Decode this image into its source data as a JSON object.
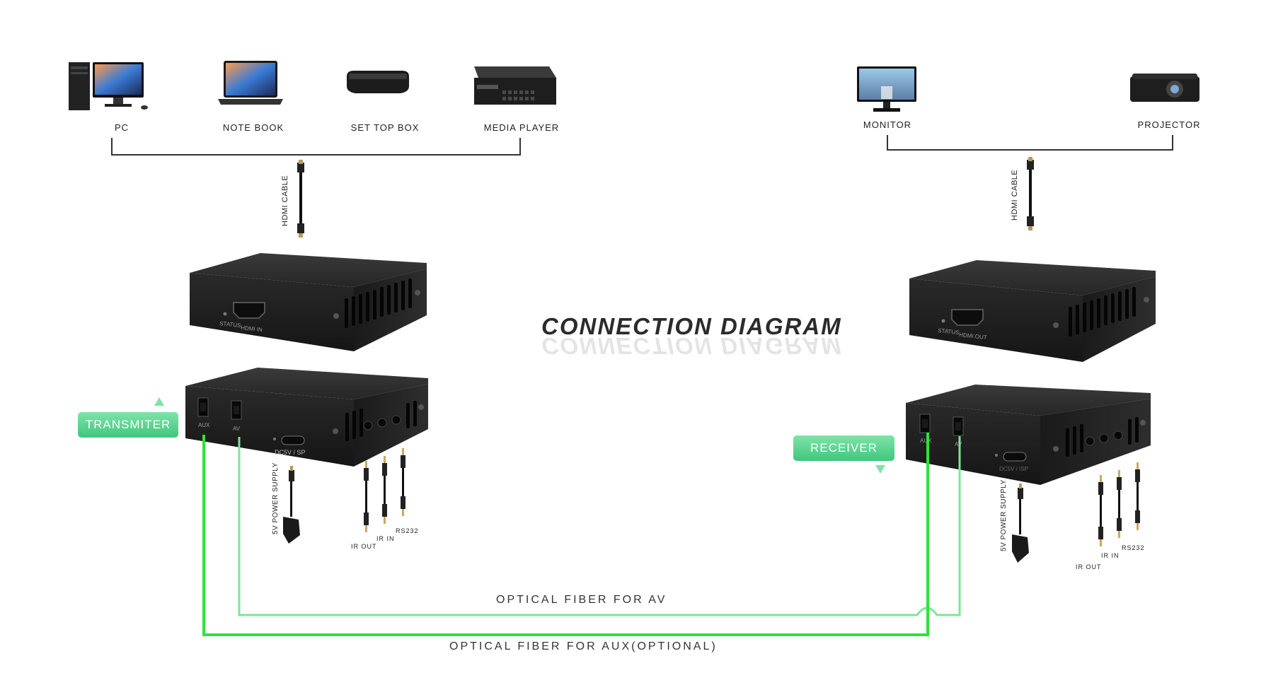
{
  "title": "CONNECTION DIAGRAM",
  "sources": [
    {
      "label": "PC",
      "icon": "pc-icon"
    },
    {
      "label": "NOTE BOOK",
      "icon": "notebook-icon"
    },
    {
      "label": "SET TOP BOX",
      "icon": "set-top-box-icon"
    },
    {
      "label": "MEDIA PLAYER",
      "icon": "media-player-icon"
    }
  ],
  "displays": [
    {
      "label": "MONITOR",
      "icon": "monitor-icon"
    },
    {
      "label": "PROJECTOR",
      "icon": "projector-icon"
    }
  ],
  "hdmi_cable_label": "HDMI CABLE",
  "transmitter": {
    "badge": "TRANSMITER",
    "front_ports": [
      "STATUS",
      "HDMI IN"
    ],
    "rear_ports": [
      "AUX",
      "AV",
      "DC5V / SP",
      "IR OUT",
      "IR IN",
      "RS232"
    ],
    "power_label": "5V POWER SUPPLY",
    "cable_labels": [
      "IR OUT",
      "IR  IN",
      "RS232"
    ]
  },
  "receiver": {
    "badge": "RECEIVER",
    "front_ports": [
      "STATUS",
      "HDMI OUT"
    ],
    "rear_ports": [
      "AUX",
      "AV",
      "DC5V / ISP",
      "IR OUT",
      "IR IN",
      "RS232"
    ],
    "power_label": "5V POWER SUPPLY",
    "cable_labels": [
      "IR OUT",
      "IR  IN",
      "RS232"
    ]
  },
  "fiber_av_label": "OPTICAL FIBER FOR AV",
  "fiber_aux_label": "OPTICAL FIBER FOR AUX(OPTIONAL)",
  "colors": {
    "fiber_av": "#7ce890",
    "fiber_aux": "#2ee33a",
    "badge": "#4fd08a",
    "device_body": "#1e1e1e"
  }
}
